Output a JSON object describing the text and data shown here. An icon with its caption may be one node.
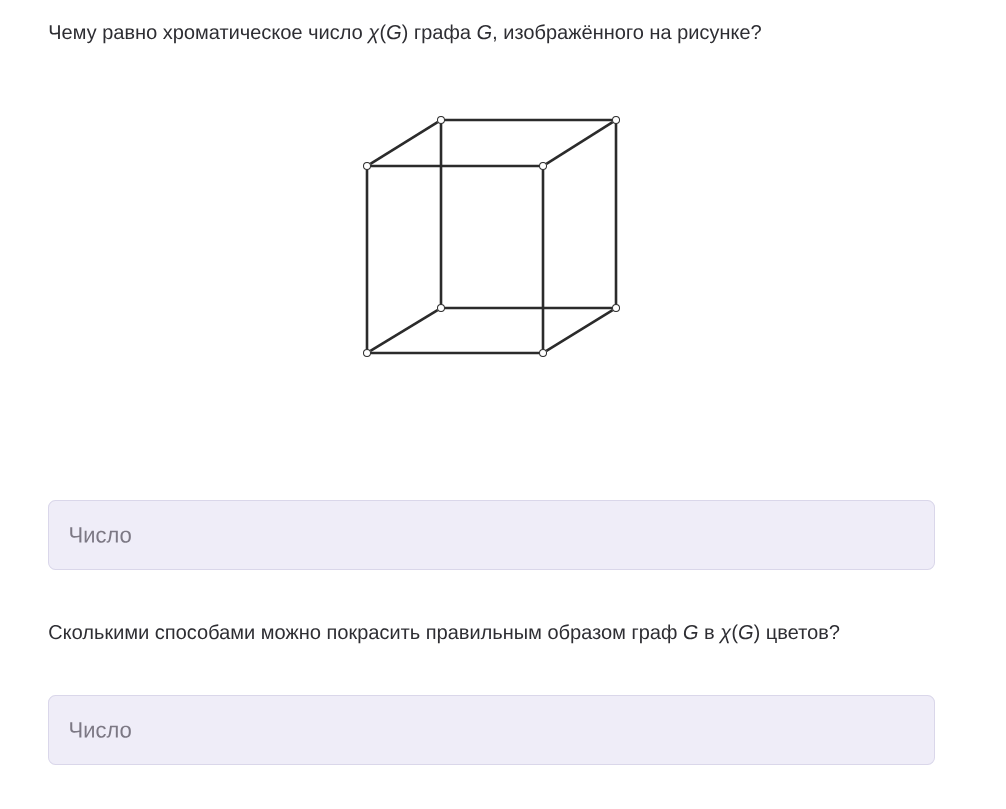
{
  "diagram": {
    "nodes": [
      {
        "text": [],
        "shape": "circle"
      },
      {
        "text": [],
        "shape": "circle"
      },
      {
        "text": [],
        "shape": "circle"
      },
      {
        "text": [],
        "shape": "circle"
      },
      {
        "text": [],
        "shape": "circle"
      },
      {
        "text": [],
        "shape": "circle"
      },
      {
        "text": [],
        "shape": "circle"
      },
      {
        "text": [],
        "shape": "circle"
      }
    ],
    "edges": [
      {
        "from": 0,
        "to": 1,
        "arrow": "none"
      },
      {
        "from": 0,
        "to": 2,
        "arrow": "none"
      },
      {
        "from": 1,
        "to": 3,
        "arrow": "none"
      },
      {
        "from": 2,
        "to": 3,
        "arrow": "none"
      },
      {
        "from": 0,
        "to": 4,
        "arrow": "none"
      },
      {
        "from": 1,
        "to": 5,
        "arrow": "none"
      },
      {
        "from": 2,
        "to": 6,
        "arrow": "none"
      },
      {
        "from": 3,
        "to": 7,
        "arrow": "none"
      },
      {
        "from": 4,
        "to": 5,
        "arrow": "none"
      },
      {
        "from": 4,
        "to": 6,
        "arrow": "none"
      },
      {
        "from": 5,
        "to": 7,
        "arrow": "none"
      },
      {
        "from": 6,
        "to": 7,
        "arrow": "none"
      }
    ],
    "labels": [
      "Чему равно хроматическое число *χ*(*G*) графа *G*, изображённого на рисунке?",
      "Число",
      "Сколькими способами можно покрасить правильным образом граф *G* в *χ*(*G*) цветов?",
      "Число"
    ]
  }
}
